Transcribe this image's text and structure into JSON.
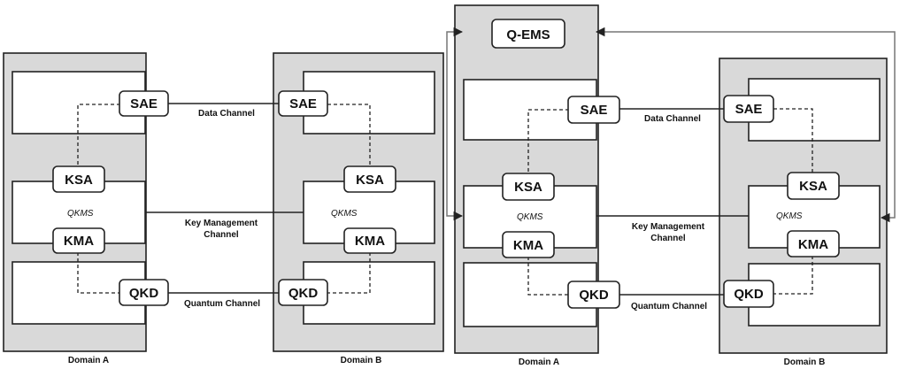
{
  "left_diagram": {
    "domain_a": {
      "label": "Domain A",
      "sae": "SAE",
      "ksa": "KSA",
      "qkms": "QKMS",
      "kma": "KMA",
      "qkd": "QKD"
    },
    "domain_b": {
      "label": "Domain B",
      "sae": "SAE",
      "ksa": "KSA",
      "qkms": "QKMS",
      "kma": "KMA",
      "qkd": "QKD"
    },
    "channels": {
      "data": "Data Channel",
      "key_mgmt_line1": "Key Management",
      "key_mgmt_line2": "Channel",
      "quantum": "Quantum Channel"
    }
  },
  "right_diagram": {
    "domain_a": {
      "label": "Domain A",
      "q_ems": "Q-EMS",
      "sae": "SAE",
      "ksa": "KSA",
      "qkms": "QKMS",
      "kma": "KMA",
      "qkd": "QKD"
    },
    "domain_b": {
      "label": "Domain B",
      "sae": "SAE",
      "ksa": "KSA",
      "qkms": "QKMS",
      "kma": "KMA",
      "qkd": "QKD"
    },
    "channels": {
      "data": "Data Channel",
      "key_mgmt_line1": "Key Management",
      "key_mgmt_line2": "Channel",
      "quantum": "Quantum Channel"
    }
  }
}
